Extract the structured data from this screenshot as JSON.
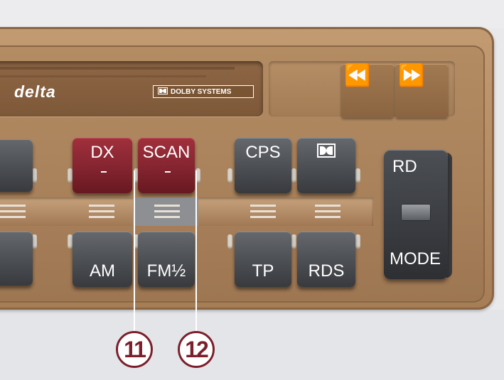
{
  "brand": "delta",
  "dolby_label": "DOLBY SYSTEMS",
  "transport": {
    "rewind": "⏪",
    "fast_forward": "⏩"
  },
  "buttons": {
    "dx": "DX",
    "scan": "SCAN",
    "cps": "CPS",
    "am": "AM",
    "fm": "FM½",
    "tp": "TP",
    "rds": "RDS",
    "rd": "RD",
    "mode": "MODE"
  },
  "callouts": {
    "c11": "11",
    "c12": "12"
  },
  "colors": {
    "bezel": "#a8805a",
    "button_grey": "#4b4e53",
    "button_red": "#842430",
    "callout": "#7b1f2b"
  },
  "icons": {
    "dolby": "dolby-double-d-icon"
  }
}
